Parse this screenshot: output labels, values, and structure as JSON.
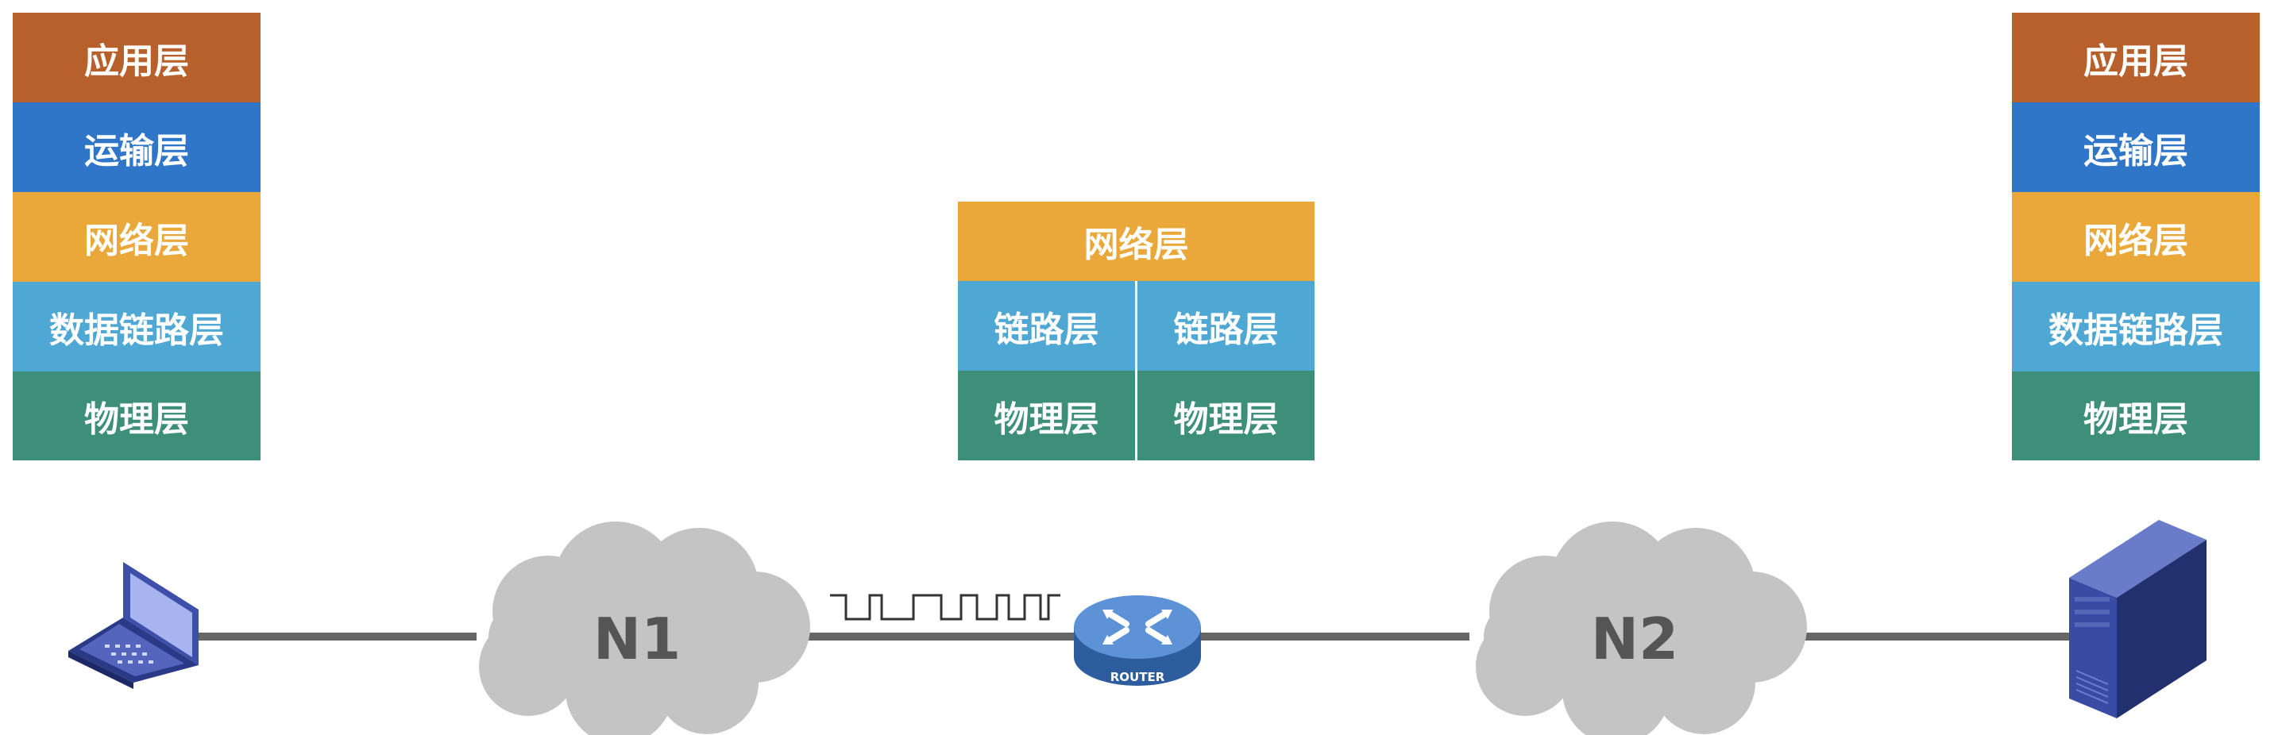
{
  "host_left": {
    "layers": [
      "应用层",
      "运输层",
      "网络层",
      "数据链路层",
      "物理层"
    ]
  },
  "router_stack": {
    "network": "网络层",
    "link_left": "链路层",
    "link_right": "链路层",
    "physical_left": "物理层",
    "physical_right": "物理层"
  },
  "host_right": {
    "layers": [
      "应用层",
      "运输层",
      "网络层",
      "数据链路层",
      "物理层"
    ]
  },
  "network": {
    "cloud_left": "N1",
    "cloud_right": "N2",
    "router_label": "ROUTER"
  },
  "colors": {
    "application": "#b8602c",
    "transport": "#2f76c9",
    "network": "#eaa73a",
    "link": "#4fa7d4",
    "physical": "#3d8f79",
    "link_line": "#666666",
    "cloud": "#c4c4c4"
  },
  "icons": [
    "laptop-icon",
    "router-icon",
    "server-icon",
    "signal-waveform-icon"
  ]
}
